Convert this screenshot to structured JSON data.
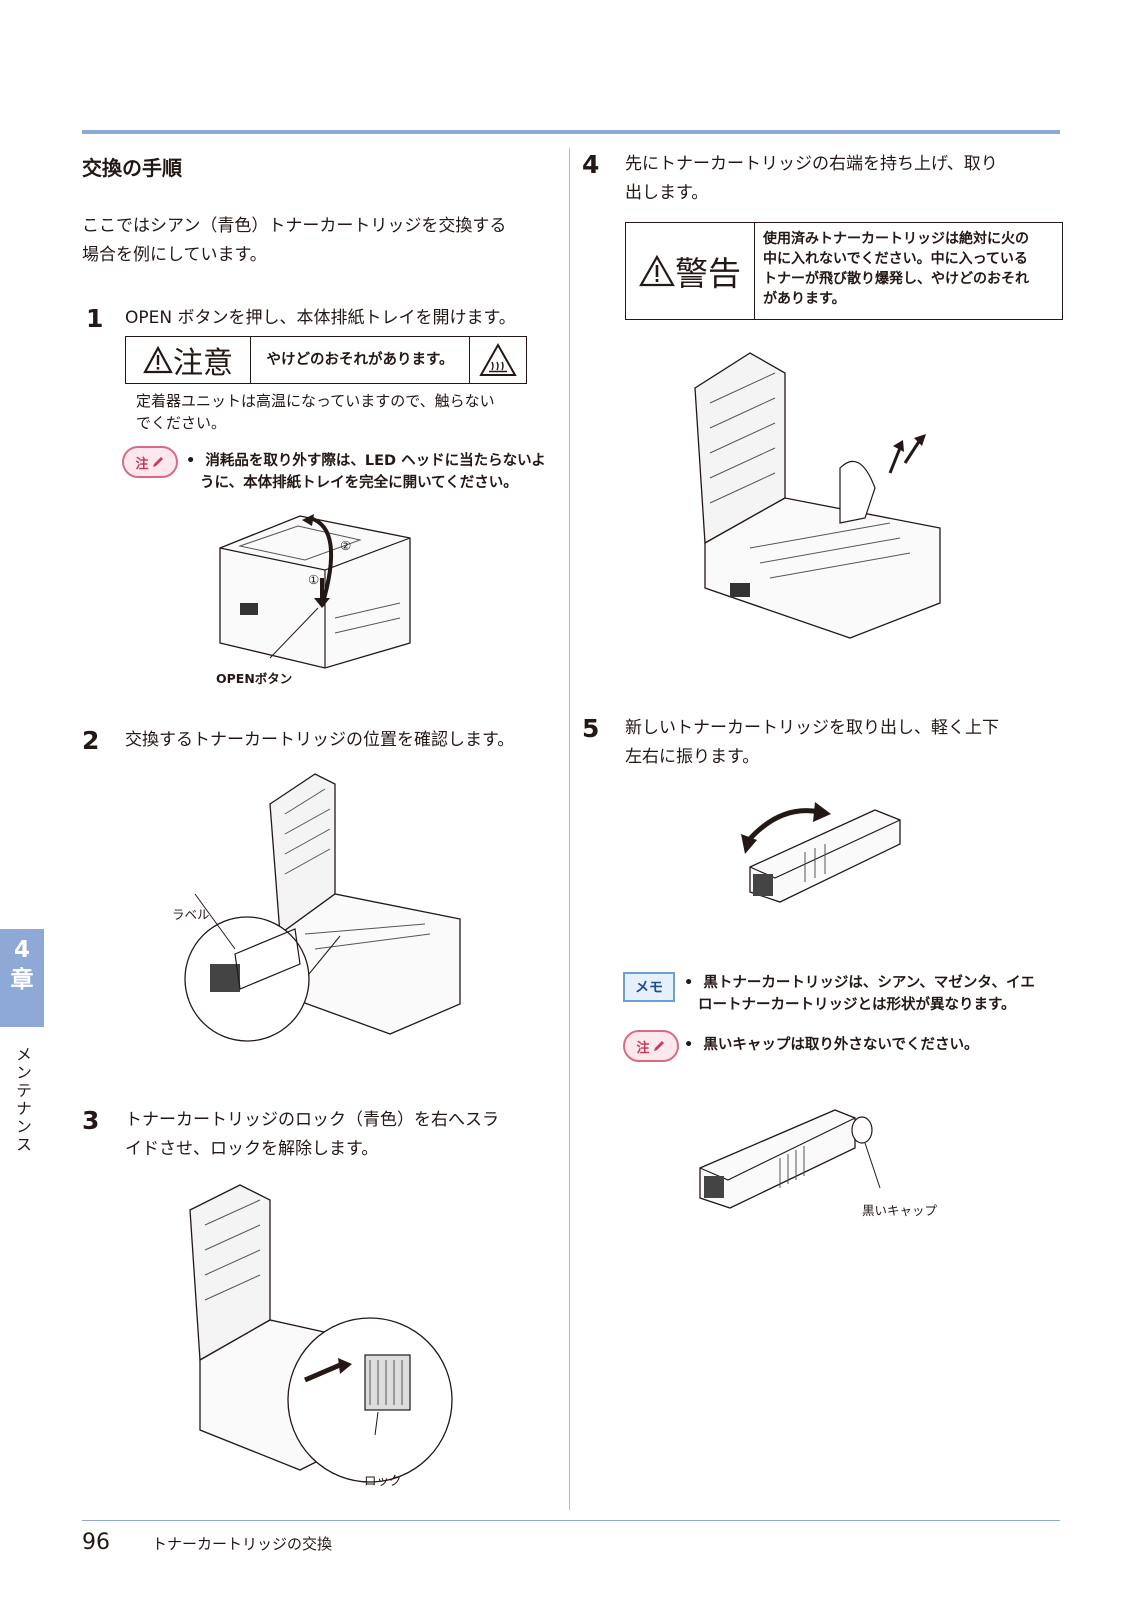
{
  "section_title": "交換の手順",
  "intro": [
    "ここではシアン（青色）トナーカートリッジを交換する",
    "場合を例にしています。"
  ],
  "steps": [
    {
      "number": "1",
      "lines": [
        "OPEN ボタンを押し、本体排紙トレイを開けます。"
      ]
    },
    {
      "number": "2",
      "lines": [
        "交換するトナーカートリッジの位置を確認します。"
      ]
    },
    {
      "number": "3",
      "lines": [
        "トナーカートリッジのロック（青色）を右へスラ",
        "イドさせ、ロックを解除します。"
      ]
    },
    {
      "number": "4",
      "lines": [
        "先にトナーカートリッジの右端を持ち上げ、取り",
        "出します。"
      ]
    },
    {
      "number": "5",
      "lines": [
        "新しいトナーカートリッジを取り出し、軽く上下",
        "左右に振ります。"
      ]
    }
  ],
  "caution": {
    "word": "注意",
    "message": "やけどのおそれがあります。",
    "detail": [
      "定着器ユニットは高温になっていますので、触らない",
      "でください。"
    ]
  },
  "warning": {
    "word": "警告",
    "message": [
      "使用済みトナーカートリッジは絶対に火の",
      "中に入れないでください。中に入っている",
      "トナーが飛び散り爆発し、やけどのおそれ",
      "があります。"
    ]
  },
  "notes": {
    "badge": "注",
    "step1": [
      "消耗品を取り外す際は、LED ヘッドに当たらないよ",
      "うに、本体排紙トレイを完全に開いてください。"
    ],
    "step5": [
      "黒いキャップは取り外さないでください。"
    ]
  },
  "memo": {
    "badge": "メモ",
    "lines": [
      "黒トナーカートリッジは、シアン、マゼンタ、イエ",
      "ロートナーカートリッジとは形状が異なります。"
    ]
  },
  "labels": {
    "open_button": "OPENボタン",
    "circle1": "①",
    "circle2": "②",
    "label": "ラベル",
    "lock": "ロック",
    "black_cap": "黒いキャップ"
  },
  "chapter": {
    "number": "4",
    "kanji": "章",
    "name": "メンテナンス"
  },
  "footer": {
    "page": "96",
    "title": "トナーカートリッジの交換"
  },
  "colors": {
    "accent": "#8fa9d6",
    "note_pink": "#d96a86",
    "memo_blue": "#6ea0cf"
  },
  "icons": [
    "warning-triangle-icon",
    "hot-surface-icon",
    "pencil-icon",
    "arrow-icon"
  ]
}
